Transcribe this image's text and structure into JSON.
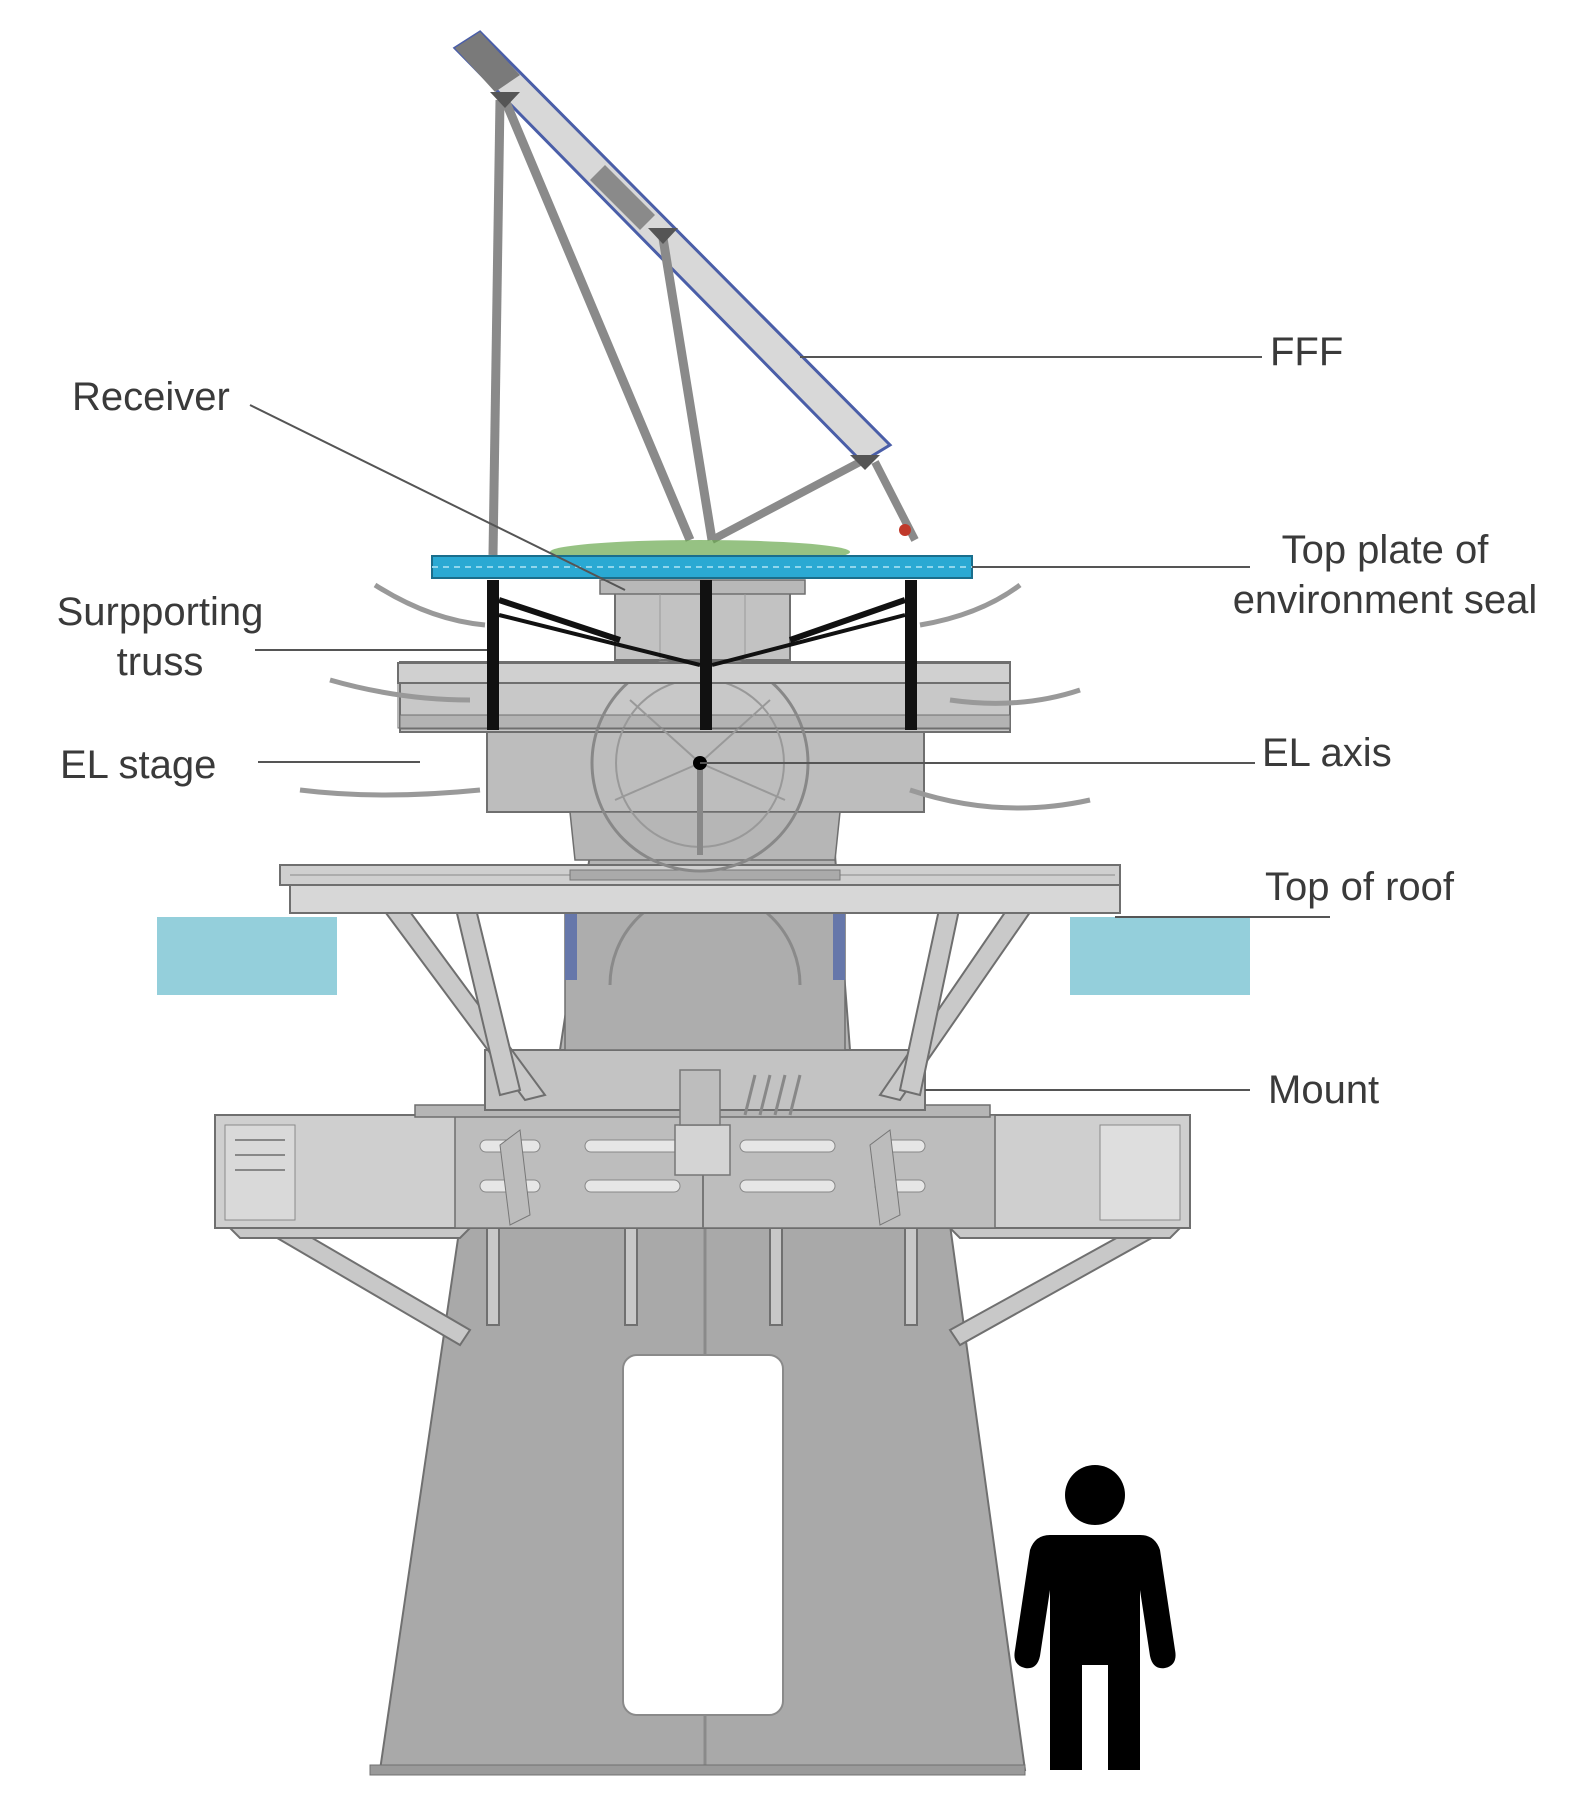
{
  "labels": {
    "fff": "FFF",
    "receiver": "Receiver",
    "top_plate_line1": "Top plate of",
    "top_plate_line2": "environment seal",
    "supporting_truss_line1": "Surpporting",
    "supporting_truss_line2": "truss",
    "el_stage": "EL stage",
    "el_axis": "EL axis",
    "top_of_roof": "Top of roof",
    "mount": "Mount"
  },
  "colors": {
    "background": "#ffffff",
    "structure_fill": "#b9b9b9",
    "structure_light": "#d6d6d6",
    "structure_dark": "#8f8f8f",
    "pedestal": "#a6a6a6",
    "roof_block": "#94cfdb",
    "seal_plate": "#2aa9d3",
    "fff_frame": "#4a5ea8",
    "truss_black": "#111111",
    "leader_line": "#555555",
    "human": "#000000",
    "label_text": "#3a3a3a"
  },
  "icons": [
    "human-figure-icon"
  ]
}
